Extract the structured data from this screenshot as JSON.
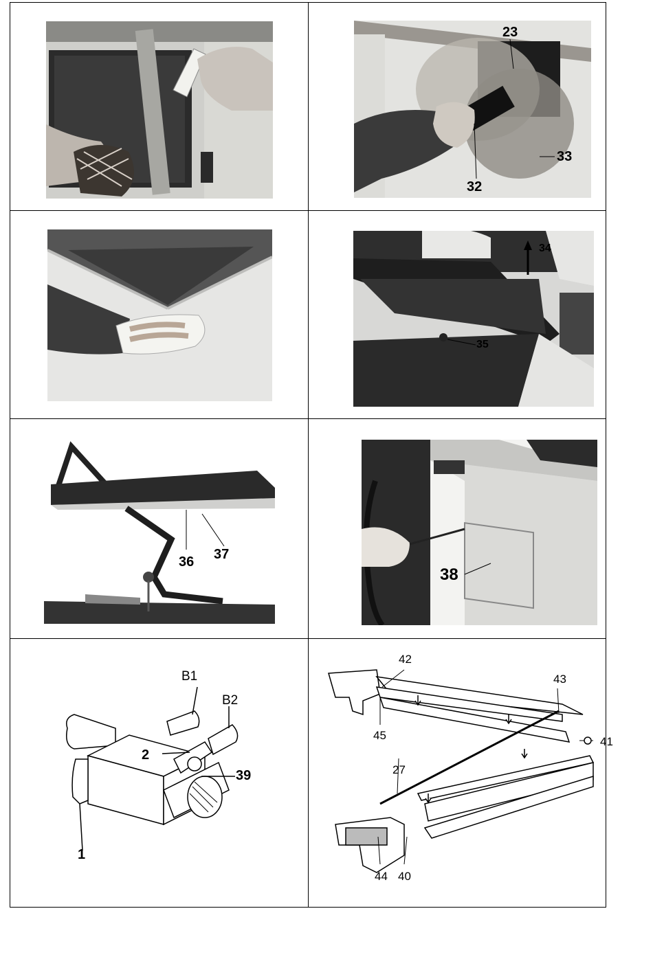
{
  "panels": [
    {
      "id": "p1",
      "labels": []
    },
    {
      "id": "p2",
      "labels": [
        "23",
        "33",
        "32"
      ]
    },
    {
      "id": "p3",
      "labels": []
    },
    {
      "id": "p4",
      "labels": [
        "34",
        "35"
      ]
    },
    {
      "id": "p5",
      "labels": [
        "36",
        "37"
      ]
    },
    {
      "id": "p6",
      "labels": [
        "38"
      ]
    },
    {
      "id": "p7",
      "labels": [
        "B1",
        "B2",
        "2",
        "39",
        "1"
      ]
    },
    {
      "id": "p8",
      "labels": [
        "42",
        "43",
        "45",
        "41",
        "27",
        "44",
        "40"
      ]
    }
  ]
}
